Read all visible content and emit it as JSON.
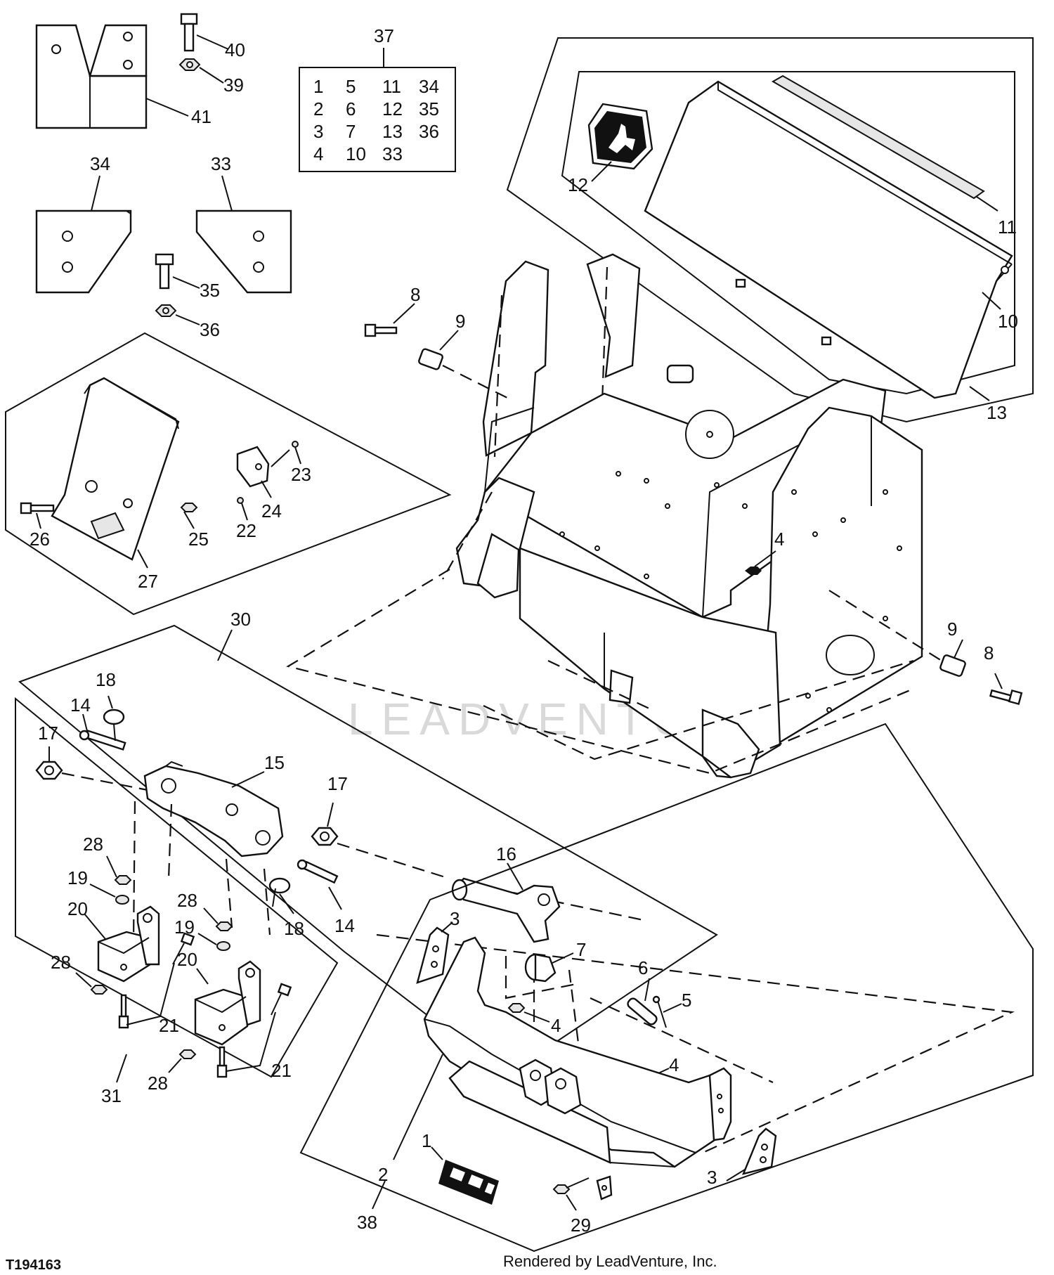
{
  "figure_id": "T194163",
  "credit": "Rendered by LeadVenture, Inc.",
  "watermark": "LEADVENTURE",
  "kit_table": {
    "callout": "37",
    "rows": [
      [
        "1",
        "5",
        "11",
        "34"
      ],
      [
        "2",
        "6",
        "12",
        "35"
      ],
      [
        "3",
        "7",
        "13",
        "36"
      ],
      [
        "4",
        "10",
        "33",
        ""
      ]
    ]
  },
  "callouts": {
    "c41": "41",
    "c40": "40",
    "c39": "39",
    "c34": "34",
    "c33": "33",
    "c35": "35",
    "c36": "36",
    "c12": "12",
    "c11": "11",
    "c10": "10",
    "c13": "13",
    "c8a": "8",
    "c9a": "9",
    "c9b": "9",
    "c8b": "8",
    "c4a": "4",
    "c23": "23",
    "c24": "24",
    "c22": "22",
    "c26": "26",
    "c25": "25",
    "c27": "27",
    "c30": "30",
    "c18a": "18",
    "c14a": "14",
    "c17a": "17",
    "c15": "15",
    "c17b": "17",
    "c16": "16",
    "c18b": "18",
    "c14b": "14",
    "c28a": "28",
    "c19a": "19",
    "c20a": "20",
    "c28b": "28",
    "c19b": "19",
    "c20b": "20",
    "c28c": "28",
    "c21a": "21",
    "c28d": "28",
    "c21b": "21",
    "c31": "31",
    "c3a": "3",
    "c7": "7",
    "c6": "6",
    "c5": "5",
    "c4b": "4",
    "c4c": "4",
    "c1": "1",
    "c2": "2",
    "c3b": "3",
    "c29": "29",
    "c38": "38"
  }
}
